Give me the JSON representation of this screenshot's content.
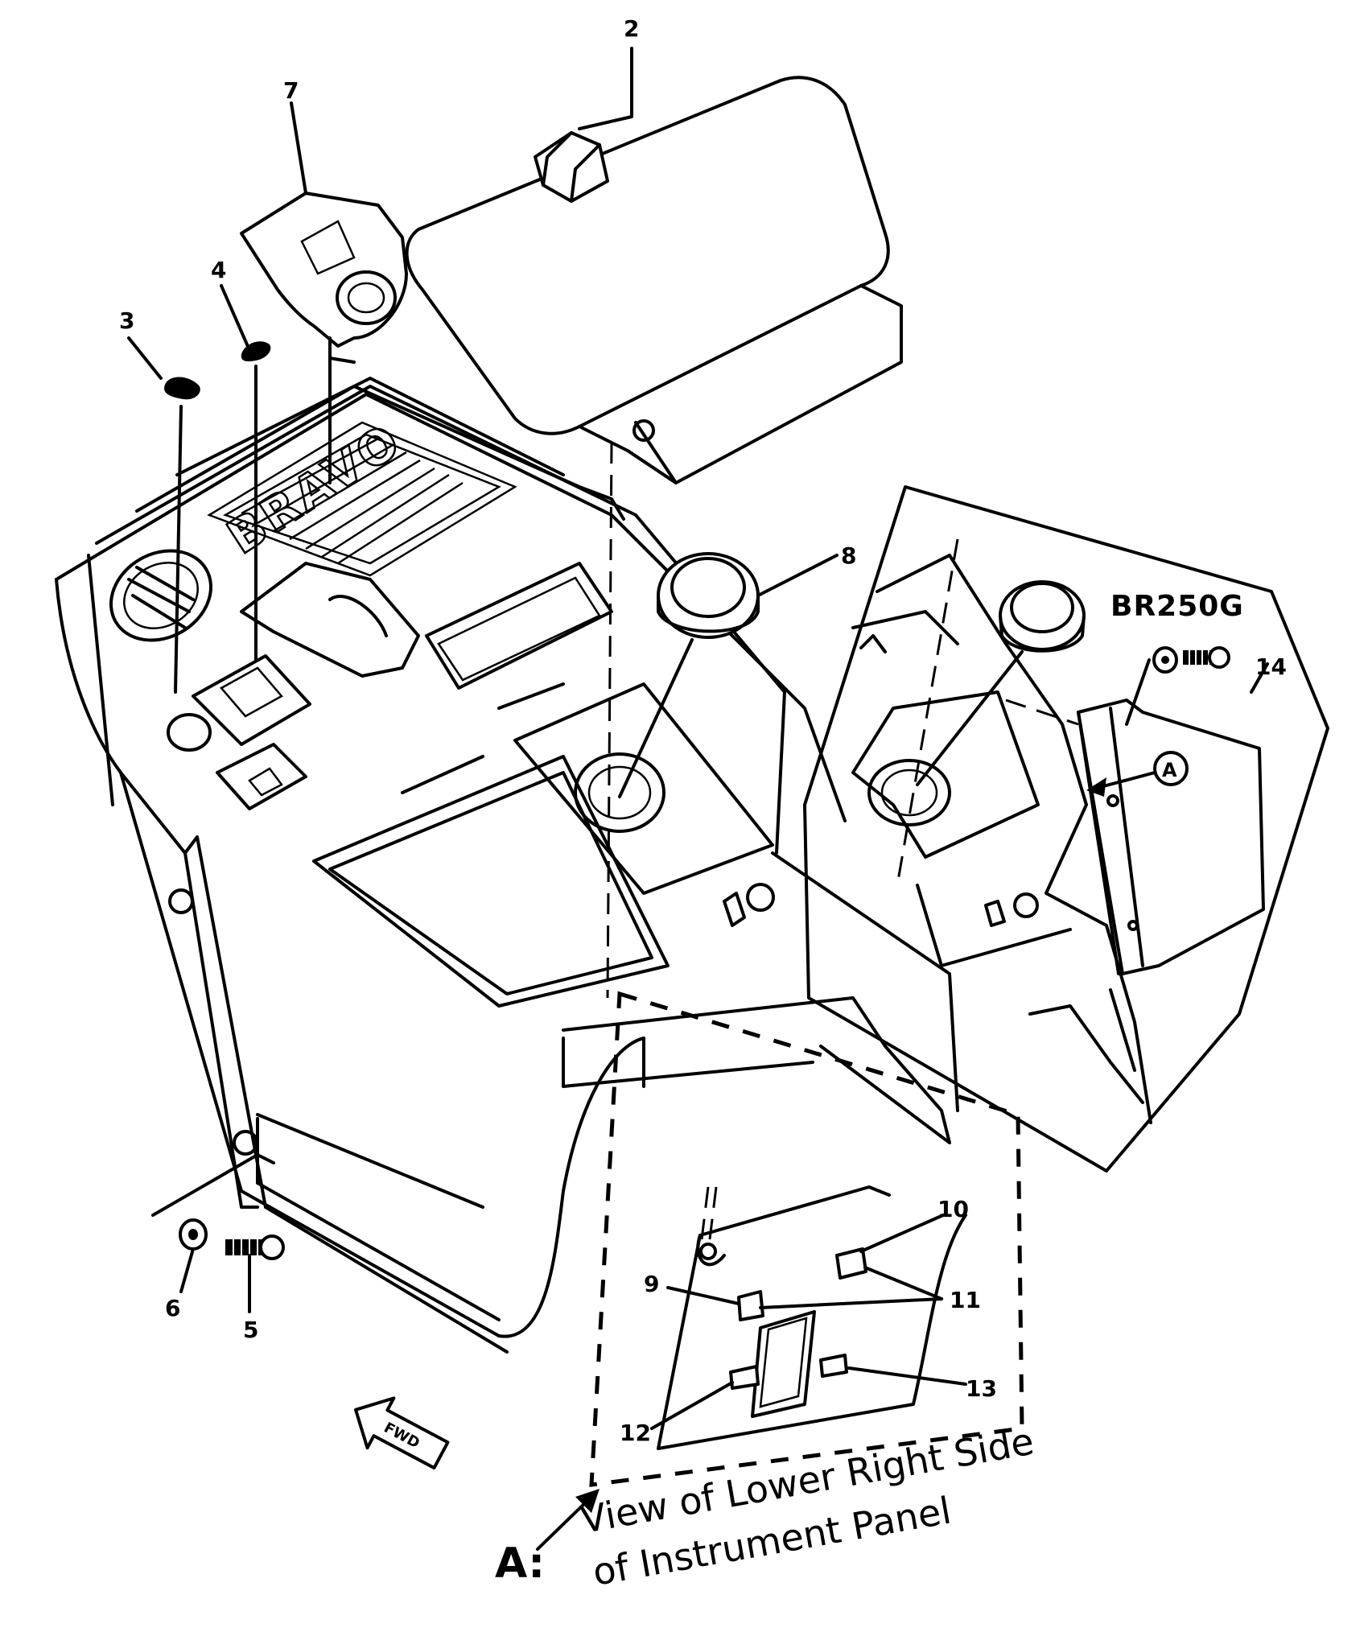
{
  "callouts": {
    "c2": "2",
    "c3": "3",
    "c4": "4",
    "c5": "5",
    "c6": "6",
    "c7": "7",
    "c8": "8",
    "c9": "9",
    "c10": "10",
    "c11": "11",
    "c12": "12",
    "c13": "13",
    "c14": "14"
  },
  "model_label": "BR250G",
  "brand_text": "BRAVO",
  "fwd_label": "FWD",
  "view_marker": "A",
  "view_caption": {
    "letter": "A:",
    "line1": "View of Lower Right Side",
    "line2": "of Instrument Panel"
  }
}
